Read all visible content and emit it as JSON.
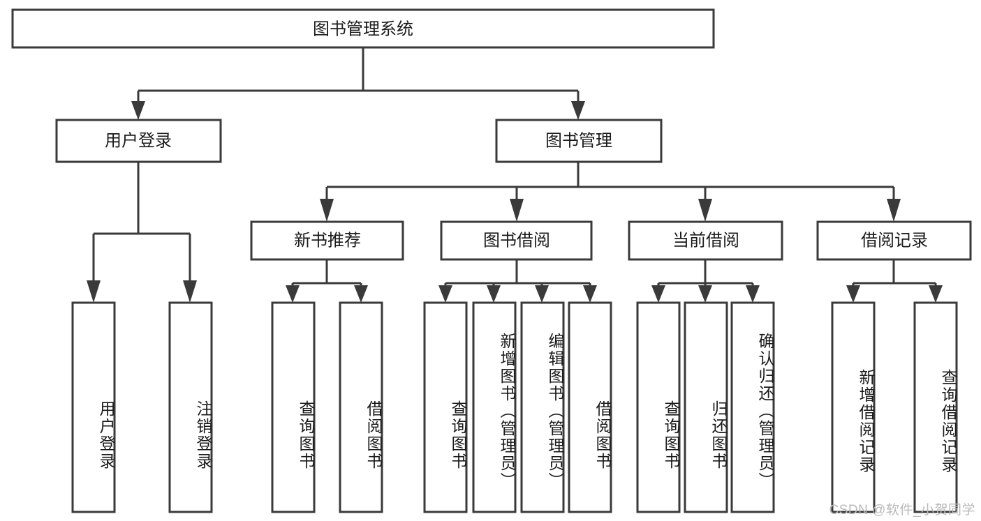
{
  "diagram": {
    "type": "tree",
    "title": "图书管理系统",
    "watermark": "CSDN @软件_小贺同学",
    "colors": {
      "stroke": "#3a3a3a",
      "fill": "#ffffff",
      "text": "#1a1a1a",
      "watermark": "#b9b9b9"
    },
    "root": {
      "label": "图书管理系统"
    },
    "level2": [
      {
        "label": "用户登录"
      },
      {
        "label": "图书管理"
      }
    ],
    "level3": [
      {
        "label": "新书推荐"
      },
      {
        "label": "图书借阅"
      },
      {
        "label": "当前借阅"
      },
      {
        "label": "借阅记录"
      }
    ],
    "leaves": {
      "user_login": [
        {
          "label": "用户登录"
        },
        {
          "label": "注销登录"
        }
      ],
      "new_book": [
        {
          "label": "查询图书"
        },
        {
          "label": "借阅图书"
        }
      ],
      "book_borrow": [
        {
          "label": "查询图书"
        },
        {
          "label": "新增图书（管理员）"
        },
        {
          "label": "编辑图书（管理员）"
        },
        {
          "label": "借阅图书"
        }
      ],
      "current_borrow": [
        {
          "label": "查询图书"
        },
        {
          "label": "归还图书"
        },
        {
          "label": "确认归还（管理员）"
        }
      ],
      "borrow_record": [
        {
          "label": "新增借阅记录"
        },
        {
          "label": "查询借阅记录"
        }
      ]
    }
  }
}
